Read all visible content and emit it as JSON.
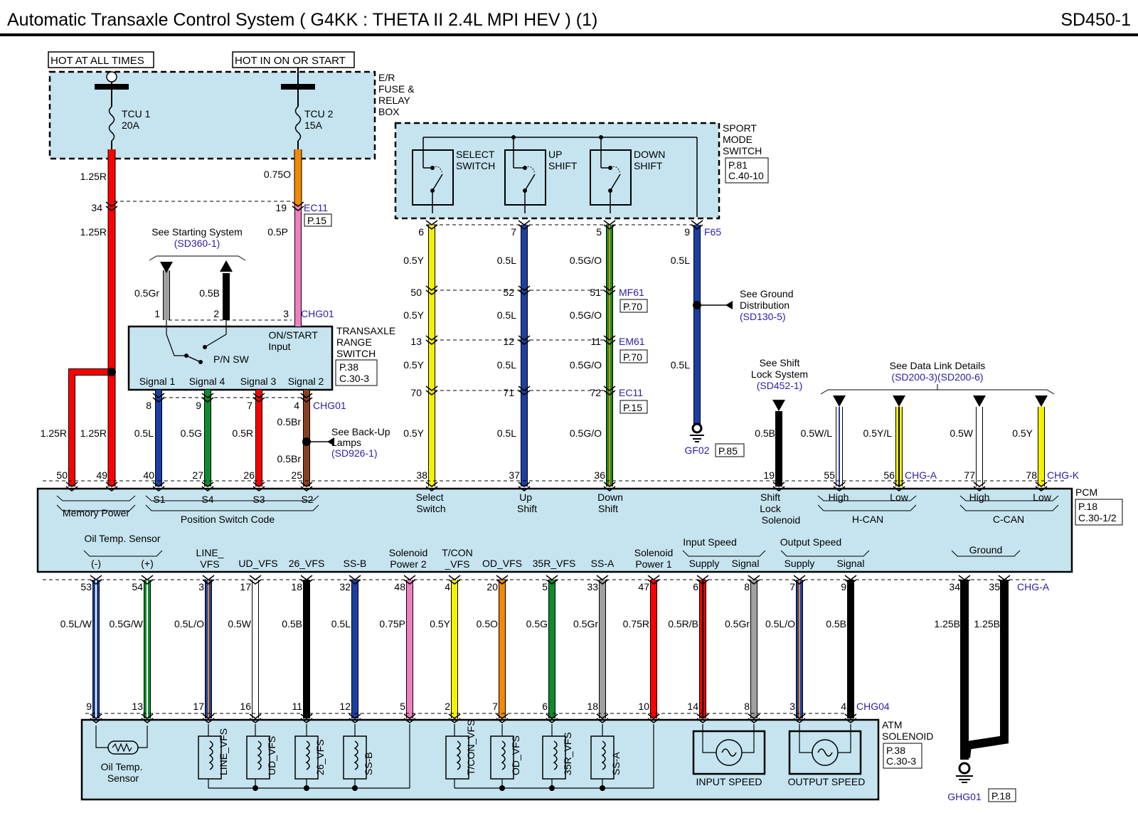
{
  "header": {
    "title": "Automatic Transaxle Control System (     G4KK : THETA II 2.4L MPI HEV ) (1)",
    "code": "SD450-1"
  },
  "colors": {
    "panel": "#c5e4f0",
    "blue_ref": "#2a1fa8",
    "red": "#ff0000",
    "orange": "#f28a00",
    "pink": "#f07fc0",
    "gray": "#a0a0a0",
    "black": "#000000",
    "navy": "#1c3fa5",
    "green": "#0d8c2e",
    "brown": "#8a4020",
    "yellow": "#f5f200",
    "white": "#ffffff"
  },
  "power": {
    "hot_all": "HOT AT ALL TIMES",
    "hot_on": "HOT IN ON OR START",
    "box_label": [
      "E/R",
      "FUSE &",
      "RELAY",
      "BOX"
    ],
    "fuse1": [
      "TCU 1",
      "20A"
    ],
    "fuse2": [
      "TCU 2",
      "15A"
    ],
    "w1": "1.25R",
    "w1b": "1.25R",
    "w2": "0.75O",
    "w2b": "0.5P",
    "pin34": "34",
    "pin19": "19",
    "conn_ec11": "EC11",
    "p15": "P.15"
  },
  "starting": {
    "label": "See Starting System",
    "ref": "(SD360-1)"
  },
  "range_switch": {
    "label": [
      "TRANSAXLE",
      "RANGE",
      "SWITCH"
    ],
    "ref": [
      "P.38",
      "C.30-3"
    ],
    "on_start": [
      "ON/START",
      "Input"
    ],
    "pn": "P/N SW",
    "signals": [
      "Signal 1",
      "Signal 4",
      "Signal 3",
      "Signal 2"
    ],
    "top_pins": [
      "1",
      "2",
      "3"
    ],
    "top_wires": [
      "0.5Gr",
      "0.5B"
    ],
    "conn": "CHG01",
    "bottom_pins": [
      "8",
      "9",
      "7",
      "4"
    ],
    "bottom_conn": "CHG01"
  },
  "backup": {
    "label": [
      "See Back-Up",
      "Lamps"
    ],
    "ref": "(SD926-1)",
    "w_top": "0.5Br",
    "w_bot": "0.5Br"
  },
  "sport": {
    "label": [
      "SPORT",
      "MODE",
      "SWITCH"
    ],
    "ref": [
      "P.81",
      "C.40-10"
    ],
    "switches": [
      [
        "SELECT",
        "SWITCH"
      ],
      [
        "UP",
        "SHIFT"
      ],
      [
        "DOWN",
        "SHIFT"
      ]
    ],
    "pins": [
      "6",
      "7",
      "5",
      "9"
    ],
    "conn": "F65"
  },
  "mid": {
    "wires_a": [
      "0.5Y",
      "0.5L",
      "0.5G/O",
      "0.5L"
    ],
    "row1": [
      "50",
      "52",
      "51"
    ],
    "c1": "MF61",
    "p1": "P.70",
    "wires_b": [
      "0.5Y",
      "0.5L",
      "0.5G/O"
    ],
    "row2": [
      "13",
      "12",
      "11"
    ],
    "c2": "EM61",
    "p2": "P.70",
    "wires_c": [
      "0.5Y",
      "0.5L",
      "0.5G/O",
      "0.5L"
    ],
    "row3": [
      "70",
      "71",
      "72"
    ],
    "c3": "EC11",
    "p3": "P.15",
    "wires_d": [
      "0.5Y",
      "0.5L",
      "0.5G/O"
    ]
  },
  "ground_dist": {
    "label": [
      "See Ground",
      "Distribution"
    ],
    "ref": "(SD130-5)",
    "gnd": "GF02",
    "gnd_ref": "P.85"
  },
  "shift_lock": {
    "label": [
      "See Shift",
      "Lock System"
    ],
    "ref": "(SD452-1)",
    "wire": "0.5B"
  },
  "datalink": {
    "label": "See Data Link Details",
    "ref": "(SD200-3)(SD200-6)",
    "wires": [
      "0.5W/L",
      "0.5Y/L",
      "0.5W",
      "0.5Y"
    ],
    "conn_a": "CHG-A",
    "conn_k": "CHG-K"
  },
  "pcm_top": {
    "w50": "1.25R",
    "w49": "1.25R",
    "rs_wires": [
      "0.5L",
      "0.5G",
      "0.5R"
    ],
    "pins": [
      "50",
      "49",
      "40",
      "27",
      "26",
      "25",
      "38",
      "37",
      "36",
      "19",
      "55",
      "56",
      "77",
      "78"
    ],
    "memory": "Memory Power",
    "codes": [
      "S1",
      "S4",
      "S3",
      "S2"
    ],
    "pos_switch": "Position Switch Code",
    "select": [
      "Select",
      "Switch"
    ],
    "up": [
      "Up",
      "Shift"
    ],
    "down": [
      "Down",
      "Shift"
    ],
    "lock": [
      "Shift",
      "Lock",
      "Solenoid"
    ],
    "hcan": [
      "High",
      "Low",
      "H-CAN"
    ],
    "ccan": [
      "High",
      "Low",
      "C-CAN"
    ],
    "pcm": "PCM",
    "pcm_ref": [
      "P.18",
      "C.30-1/2"
    ]
  },
  "pcm_bottom": {
    "oil": "Oil Temp. Sensor",
    "oil_pins": [
      "(-)",
      "(+)"
    ],
    "labels": [
      [
        "LINE_",
        "VFS"
      ],
      [
        "UD_VFS"
      ],
      [
        "26_VFS"
      ],
      [
        "SS-B"
      ],
      [
        "Solenoid",
        "Power 2"
      ],
      [
        "T/CON",
        "_VFS"
      ],
      [
        "OD_VFS"
      ],
      [
        "35R_VFS"
      ],
      [
        "SS-A"
      ],
      [
        "Solenoid",
        "Power 1"
      ]
    ],
    "input_speed": "Input Speed",
    "output_speed": "Output Speed",
    "supply": "Supply",
    "signal": "Signal",
    "ground": "Ground",
    "pins": [
      "53",
      "54",
      "3",
      "17",
      "18",
      "32",
      "48",
      "4",
      "20",
      "5",
      "33",
      "47",
      "6",
      "8",
      "7",
      "9",
      "34",
      "35"
    ],
    "conn": "CHG-A",
    "wires": [
      "0.5L/W",
      "0.5G/W",
      "0.5L/O",
      "0.5W",
      "0.5B",
      "0.5L",
      "0.75P",
      "0.5Y",
      "0.5O",
      "0.5G",
      "0.5Gr",
      "0.75R",
      "0.5R/B",
      "0.5Gr",
      "0.5L/O",
      "0.5B",
      "1.25B",
      "1.25B"
    ],
    "sol_pins": [
      "9",
      "13",
      "17",
      "16",
      "11",
      "12",
      "5",
      "2",
      "7",
      "6",
      "18",
      "10",
      "14",
      "8",
      "3",
      "4"
    ],
    "sol_conn": "CHG04"
  },
  "solenoid": {
    "label": [
      "ATM",
      "SOLENOID"
    ],
    "ref": [
      "P.38",
      "C.30-3"
    ],
    "oil": [
      "Oil Temp.",
      "Sensor"
    ],
    "coils": [
      "LINE_VFS",
      "UD_VFS",
      "26_VFS",
      "SS-B",
      "T/CON_VFS",
      "OD_VFS",
      "35R_VFS",
      "SS-A"
    ],
    "input": "INPUT SPEED",
    "output": "OUTPUT SPEED",
    "gnd": "GHG01",
    "gnd_ref": "P.18"
  }
}
